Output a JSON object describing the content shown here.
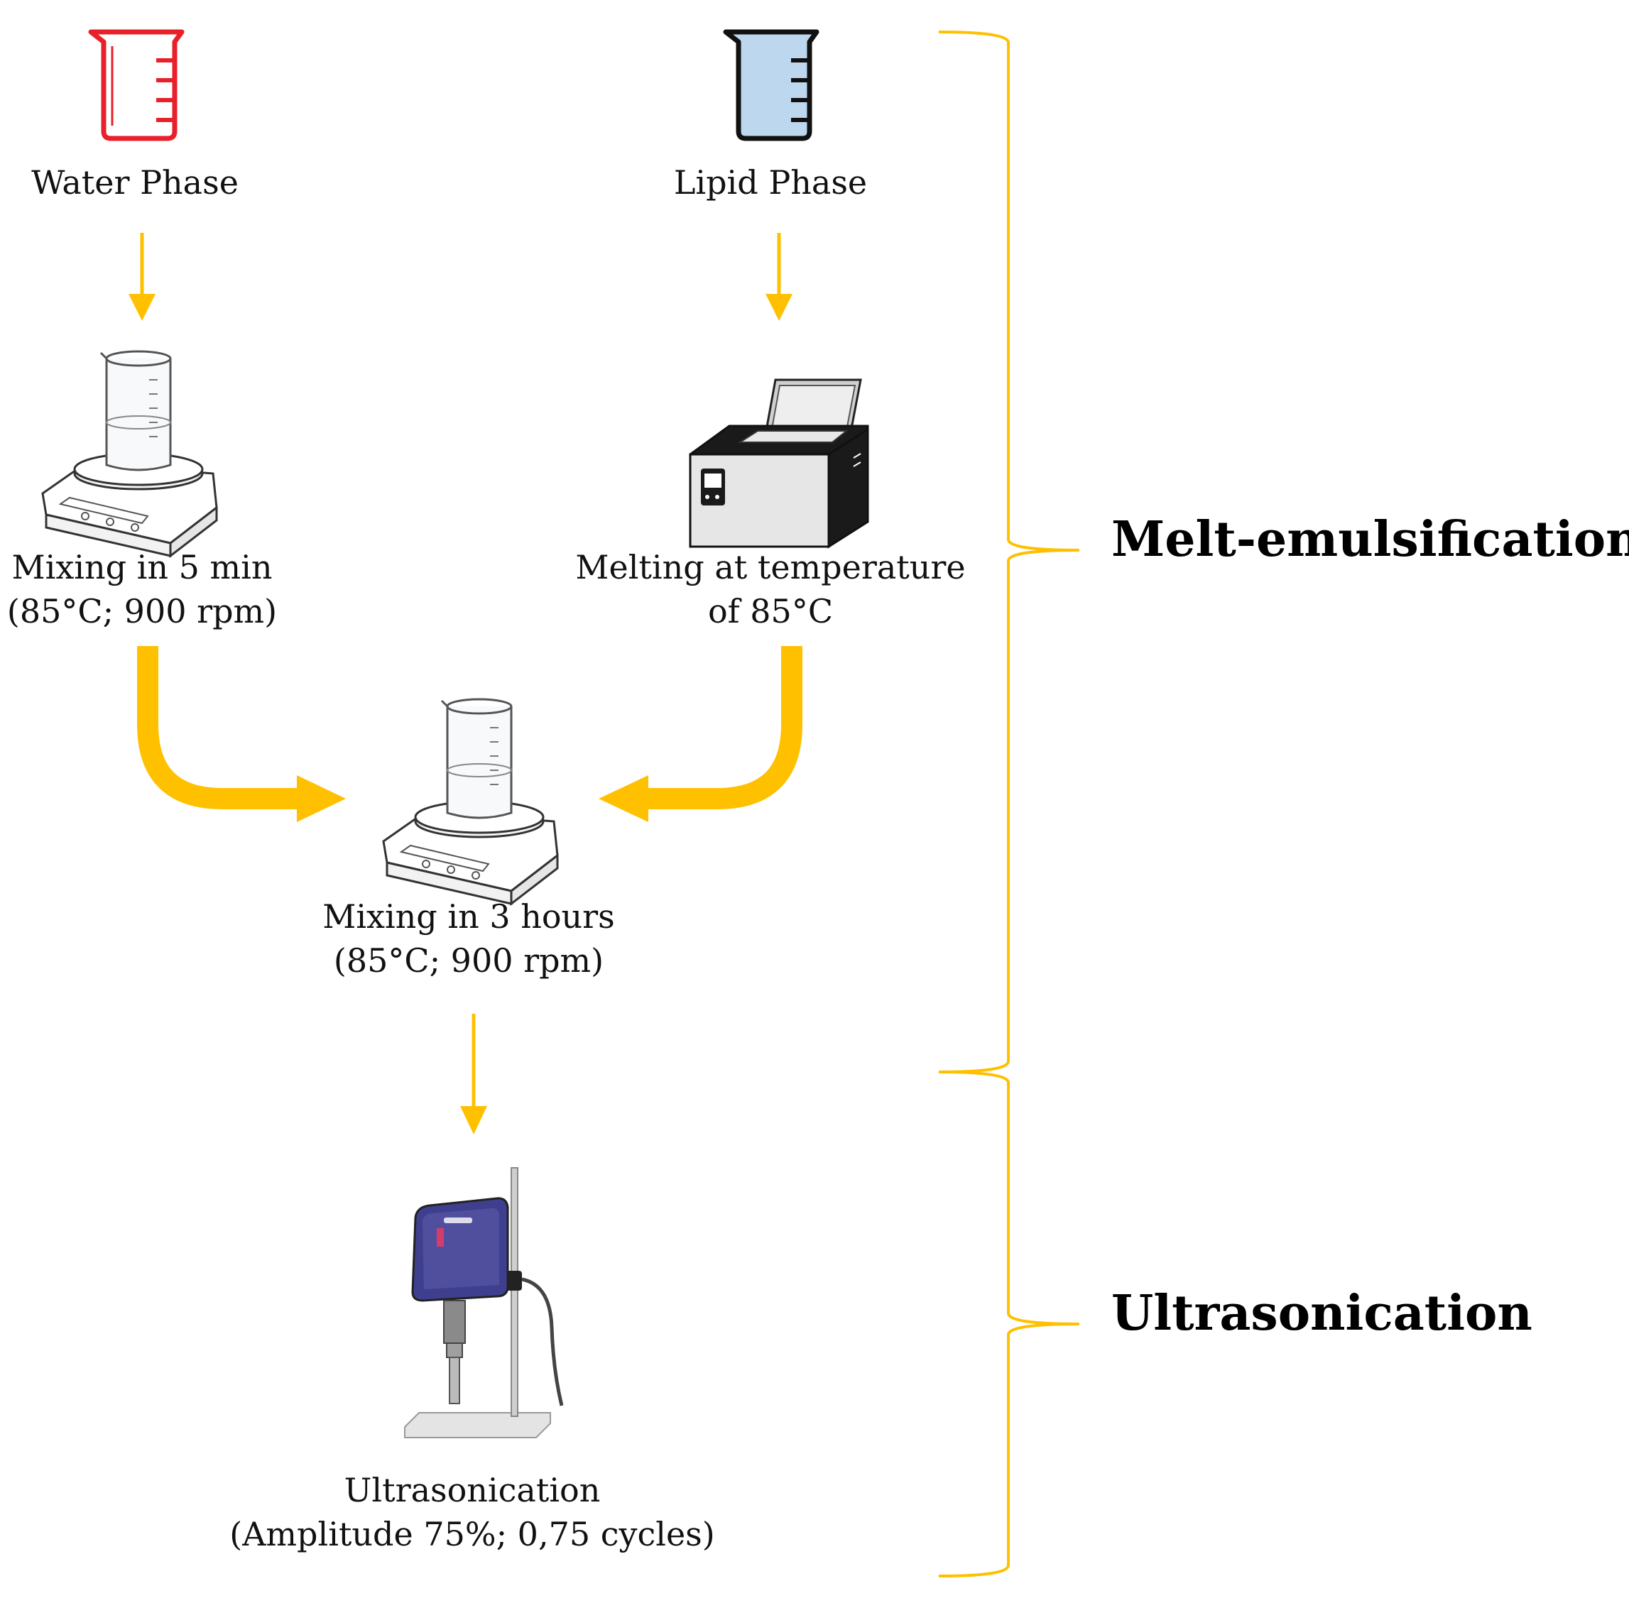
{
  "steps": {
    "water_phase": {
      "label": "Water Phase",
      "icon": "red-beaker-icon"
    },
    "lipid_phase": {
      "label": "Lipid Phase",
      "icon": "blue-beaker-icon"
    },
    "mixing_5min": {
      "line1": "Mixing in 5 min",
      "line2": "(85°C; 900 rpm)",
      "icon": "magnetic-stirrer-icon"
    },
    "melting": {
      "line1": "Melting at temperature",
      "line2": "of 85°C",
      "icon": "water-bath-icon"
    },
    "mixing_3h": {
      "line1": "Mixing in 3 hours",
      "line2": "(85°C; 900 rpm)",
      "icon": "magnetic-stirrer-icon"
    },
    "ultrasonication": {
      "line1": "Ultrasonication",
      "line2": "(Amplitude 75%; 0,75 cycles)",
      "icon": "ultrasonic-homogenizer-icon"
    }
  },
  "sections": {
    "melt_emulsification": "Melt-emulsification",
    "ultrasonication": "Ultrasonication"
  },
  "colors": {
    "arrow": "#FFC000",
    "bracket": "#FFC000",
    "water_beaker": "#E8202A",
    "lipid_fill": "#BDD7EE",
    "homogenizer": "#3F3F8F"
  }
}
